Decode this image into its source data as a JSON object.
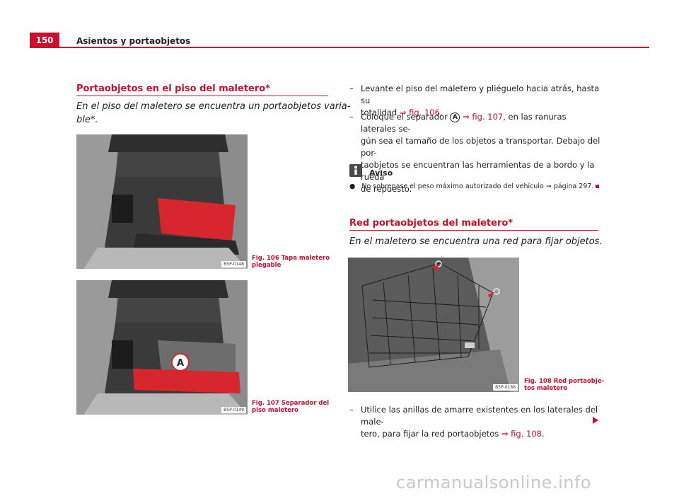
{
  "header": {
    "page_number": "150",
    "chapter": "Asientos y portaobjetos"
  },
  "section1": {
    "title": "Portaobjetos en el piso del maletero*",
    "lead_line1": "En el piso del maletero se encuentra un portaobjetos varia-",
    "lead_line2": "ble*."
  },
  "fig106": {
    "code": "B5P-0148",
    "caption_line1": "Fig. 106  Tapa maletero",
    "caption_line2": "plegable"
  },
  "fig107": {
    "code": "B5P-0149",
    "caption_line1": "Fig. 107  Separador del",
    "caption_line2": "piso maletero",
    "marker": "A"
  },
  "steps1": [
    {
      "dash": "–",
      "line1": "Levante el piso del maletero y pliéguelo hacia atrás, hasta su",
      "line2_pre": "totalidad ",
      "line2_ref": "⇒ fig. 106",
      "line2_post": "."
    },
    {
      "dash": "–",
      "line1_pre": "Coloque el separador ",
      "marker": "A",
      "line1_ref": " ⇒ fig. 107",
      "line1_post": ", en las ranuras laterales se-",
      "line2": "gún sea el tamaño de los objetos a transportar. Debajo del por-",
      "line3": "taobjetos se encuentran las herramientas de a bordo y la rueda",
      "line4": "de repuesto."
    }
  ],
  "note": {
    "title": "Aviso",
    "icon": "info-icon",
    "bullet": "●",
    "text": "No sobrepase el peso máximo autorizado del vehículo ⇒ página 297."
  },
  "section2": {
    "title": "Red portaobjetos del maletero*",
    "lead": "En el maletero se encuentra una red para fijar objetos."
  },
  "fig108": {
    "code": "B5P-0166",
    "caption_line1": "Fig. 108  Red portaobje-",
    "caption_line2": "tos maletero"
  },
  "steps2": [
    {
      "dash": "–",
      "line1": "Utilice las anillas de amarre existentes en los laterales del male-",
      "line2_pre": "tero, para fijar la red portaobjetos ",
      "line2_ref": "⇒ fig. 108",
      "line2_post": "."
    }
  ],
  "watermark": "carmanualsonline.info",
  "colors": {
    "accent": "#c8102e",
    "text": "#222222"
  }
}
